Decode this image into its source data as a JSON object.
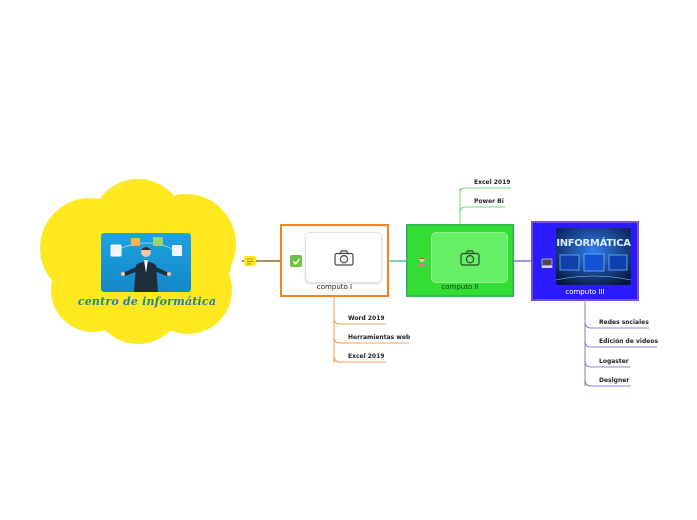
{
  "central": {
    "title": "centro de informática",
    "image_icon": "presenter-with-app-icons-image",
    "fill_color": "#ffe81f"
  },
  "connector_icon": "note-tag-icon",
  "nodes": [
    {
      "label": "computo I",
      "border_color": "#f58220",
      "icon": "checkmark-icon",
      "image_icon": "camera-placeholder-icon",
      "children": [
        "Word 2019",
        "Herramientas web",
        "Excel 2019"
      ]
    },
    {
      "label": "computo II",
      "border_color": "#2ebd4a",
      "fill_color": "#33dd33",
      "icon": "person-icon",
      "image_icon": "camera-placeholder-icon",
      "children": [
        "Excel 2019",
        "Power Bi"
      ]
    },
    {
      "label": "computo III",
      "border_color": "#7b52c7",
      "fill_color": "#2b1bff",
      "icon": "computer-icon",
      "image_text": "INFORMÁTICA",
      "children": [
        "Redes sociales",
        "Edición de videos",
        "Logaster",
        "Designer"
      ]
    }
  ]
}
